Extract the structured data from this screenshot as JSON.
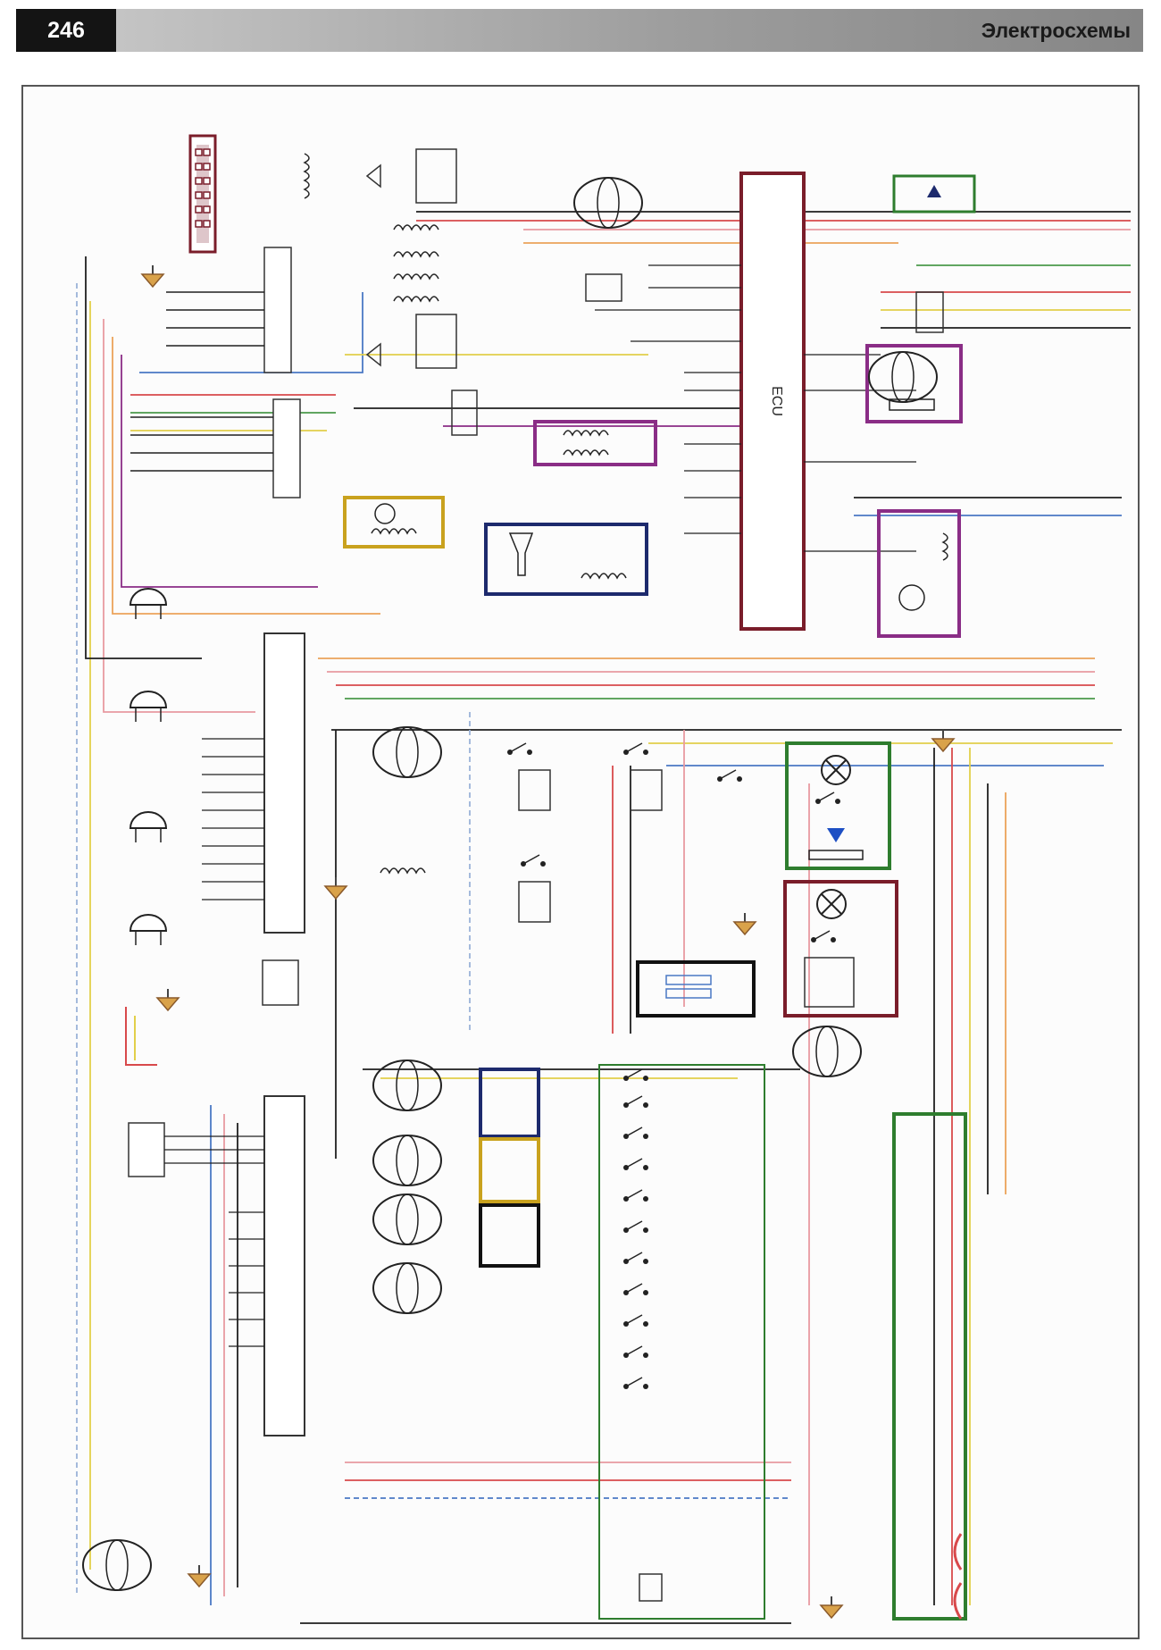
{
  "header": {
    "page_number": "246",
    "section_title": "Электросхемы"
  },
  "diagram": {
    "ecu_label": "ECU"
  },
  "colors": {
    "header_dark": "#141414",
    "header_gray": "#a0a0a0",
    "wire_black": "#1f1f1f",
    "wire_red": "#d8494b",
    "wire_pink": "#e89aa0",
    "wire_orange": "#eba35a",
    "wire_yellow": "#e2cf4a",
    "wire_green": "#4b9a4b",
    "wire_blue": "#4a78c4",
    "wire_purple": "#8a2d86",
    "wire_brown": "#8a5a2b",
    "box_maroon": "#7a1d2a",
    "box_navy": "#1d2a6d",
    "box_green": "#2e7d2e",
    "box_gold": "#c9a21e"
  }
}
